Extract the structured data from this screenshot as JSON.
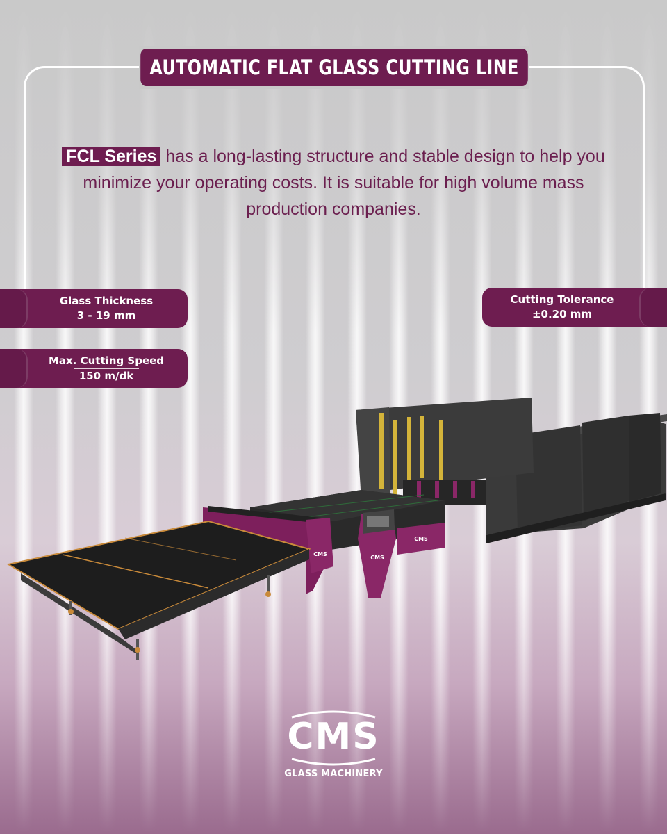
{
  "title": "AUTOMATIC FLAT GLASS CUTTING LINE",
  "intro": {
    "highlight": "FCL Series",
    "text": "has a long-lasting structure and stable design to help you minimize your operating costs. It is suitable for high volume mass production companies."
  },
  "specs": {
    "glass_thickness": {
      "label": "Glass Thickness",
      "value": "3 - 19 mm"
    },
    "cutting_speed": {
      "label": "Max. Cutting Speed",
      "value": "150 m/dk"
    },
    "cutting_tolerance": {
      "label": "Cutting Tolerance",
      "value": "±0.20 mm"
    }
  },
  "machine_labels": {
    "brand_plate": "CMS"
  },
  "brand": {
    "name": "CMS",
    "tagline": "GLASS MACHINERY"
  },
  "colors": {
    "accent": "#6e1d50",
    "text": "#6b1f4f"
  }
}
